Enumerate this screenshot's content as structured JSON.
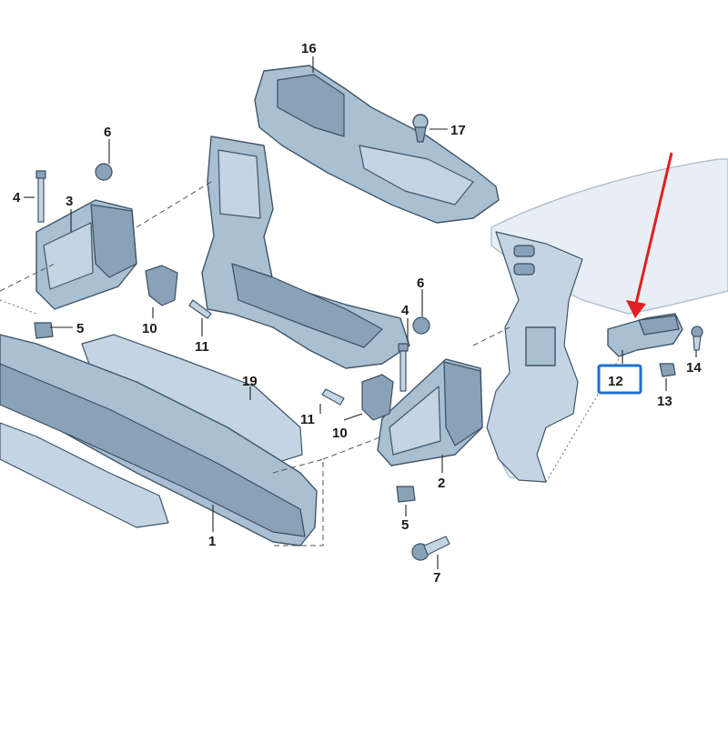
{
  "callouts": [
    {
      "id": "1",
      "label": "1"
    },
    {
      "id": "2",
      "label": "2"
    },
    {
      "id": "3",
      "label": "3"
    },
    {
      "id": "4a",
      "label": "4"
    },
    {
      "id": "4b",
      "label": "4"
    },
    {
      "id": "5a",
      "label": "5"
    },
    {
      "id": "5b",
      "label": "5"
    },
    {
      "id": "6a",
      "label": "6"
    },
    {
      "id": "6b",
      "label": "6"
    },
    {
      "id": "7",
      "label": "7"
    },
    {
      "id": "10a",
      "label": "10"
    },
    {
      "id": "10b",
      "label": "10"
    },
    {
      "id": "11a",
      "label": "11"
    },
    {
      "id": "11b",
      "label": "11"
    },
    {
      "id": "12",
      "label": "12"
    },
    {
      "id": "13",
      "label": "13"
    },
    {
      "id": "14",
      "label": "14"
    },
    {
      "id": "16",
      "label": "16"
    },
    {
      "id": "17",
      "label": "17"
    },
    {
      "id": "19",
      "label": "19"
    }
  ],
  "colors": {
    "part_fill": "#a9bfd2",
    "part_outline": "#41566a",
    "highlight_box": "#1f6fd1",
    "arrow": "#e02020"
  }
}
